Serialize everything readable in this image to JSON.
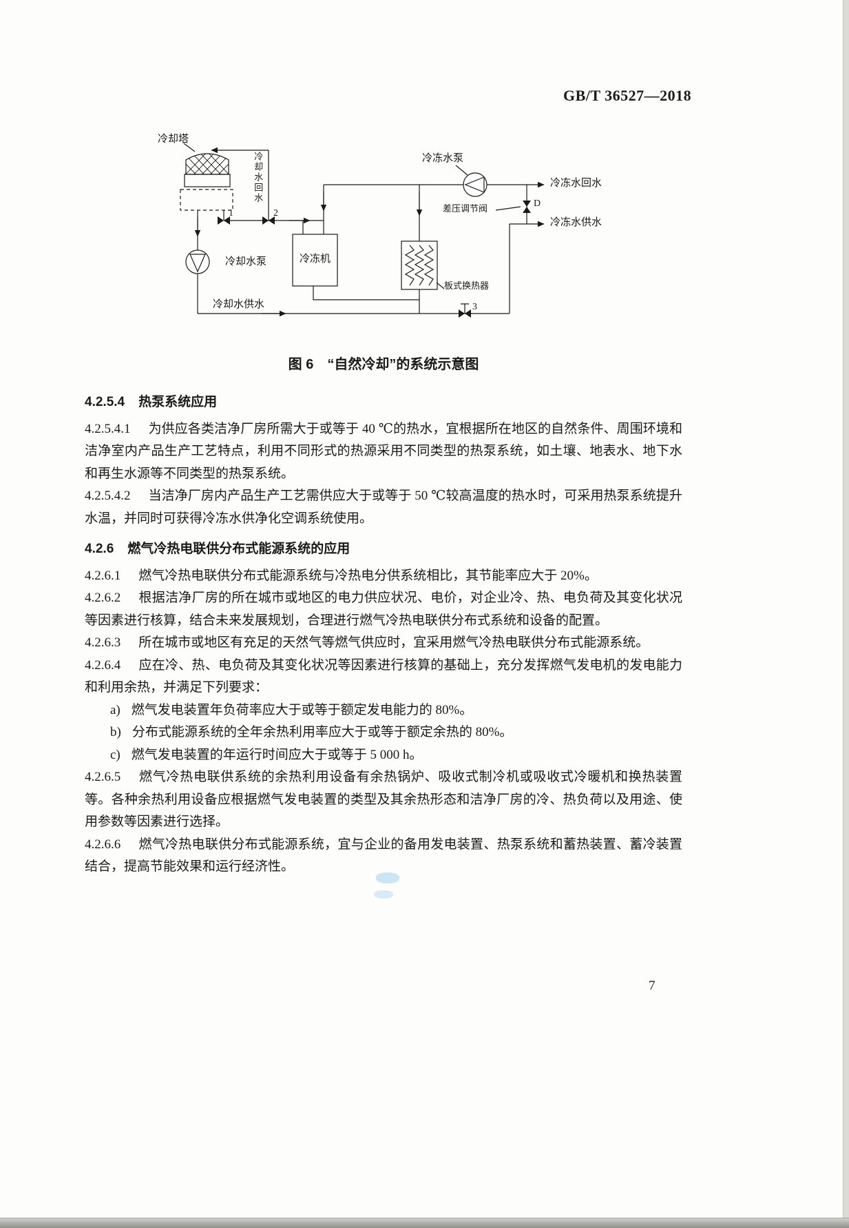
{
  "doc": {
    "standard_code": "GB/T 36527—2018",
    "page_number": "7"
  },
  "figure": {
    "caption": "图 6　“自然冷却”的系统示意图",
    "labels": {
      "cooling_tower": "冷却塔",
      "cooling_water_return": "冷却水回水",
      "chilled_water_pump": "冷冻水泵",
      "chilled_water_return": "冷冻水回水",
      "differential_pressure_valve": "差压调节阀",
      "chilled_water_supply": "冷冻水供水",
      "cooling_water_pump": "冷却水泵",
      "chiller": "冷冻机",
      "plate_heat_exchanger": "板式换热器",
      "cooling_water_supply": "冷却水供水"
    },
    "valves": {
      "v1": "1",
      "v2": "2",
      "v3": "3",
      "vd": "D"
    }
  },
  "content": [
    {
      "type": "heading",
      "num": "4.2.5.4",
      "text": "热泵系统应用"
    },
    {
      "type": "para",
      "num": "4.2.5.4.1",
      "text": "为供应各类洁净厂房所需大于或等于 40 ℃的热水，宜根据所在地区的自然条件、周围环境和洁净室内产品生产工艺特点，利用不同形式的热源采用不同类型的热泵系统，如土壤、地表水、地下水和再生水源等不同类型的热泵系统。"
    },
    {
      "type": "para",
      "num": "4.2.5.4.2",
      "text": "当洁净厂房内产品生产工艺需供应大于或等于 50 ℃较高温度的热水时，可采用热泵系统提升水温，并同时可获得冷冻水供净化空调系统使用。"
    },
    {
      "type": "heading",
      "num": "4.2.6",
      "text": "燃气冷热电联供分布式能源系统的应用"
    },
    {
      "type": "para",
      "num": "4.2.6.1",
      "text": "燃气冷热电联供分布式能源系统与冷热电分供系统相比，其节能率应大于 20%。"
    },
    {
      "type": "para",
      "num": "4.2.6.2",
      "text": "根据洁净厂房的所在城市或地区的电力供应状况、电价，对企业冷、热、电负荷及其变化状况等因素进行核算，结合未来发展规划，合理进行燃气冷热电联供分布式系统和设备的配置。"
    },
    {
      "type": "para",
      "num": "4.2.6.3",
      "text": "所在城市或地区有充足的天然气等燃气供应时，宜采用燃气冷热电联供分布式能源系统。"
    },
    {
      "type": "para",
      "num": "4.2.6.4",
      "text": "应在冷、热、电负荷及其变化状况等因素进行核算的基础上，充分发挥燃气发电机的发电能力和利用余热，并满足下列要求："
    },
    {
      "type": "list_item",
      "num": "a)",
      "text": "燃气发电装置年负荷率应大于或等于额定发电能力的 80%。"
    },
    {
      "type": "list_item",
      "num": "b)",
      "text": "分布式能源系统的全年余热利用率应大于或等于额定余热的 80%。"
    },
    {
      "type": "list_item",
      "num": "c)",
      "text": "燃气发电装置的年运行时间应大于或等于 5 000 h。"
    },
    {
      "type": "para",
      "num": "4.2.6.5",
      "text": "燃气冷热电联供系统的余热利用设备有余热锅炉、吸收式制冷机或吸收式冷暖机和换热装置等。各种余热利用设备应根据燃气发电装置的类型及其余热形态和洁净厂房的冷、热负荷以及用途、使用参数等因素进行选择。"
    },
    {
      "type": "para",
      "num": "4.2.6.6",
      "text": "燃气冷热电联供分布式能源系统，宜与企业的备用发电装置、热泵系统和蓄热装置、蓄冷装置结合，提高节能效果和运行经济性。"
    }
  ]
}
